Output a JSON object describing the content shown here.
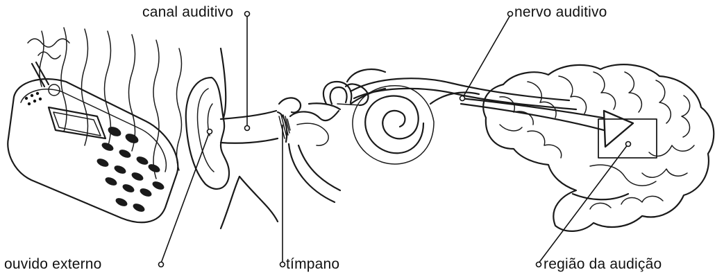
{
  "labels": {
    "ear_canal": "canal auditivo",
    "auditory_nerve": "nervo auditivo",
    "outer_ear": "ouvido externo",
    "eardrum": "tímpano",
    "hearing_region": "região da audição"
  }
}
